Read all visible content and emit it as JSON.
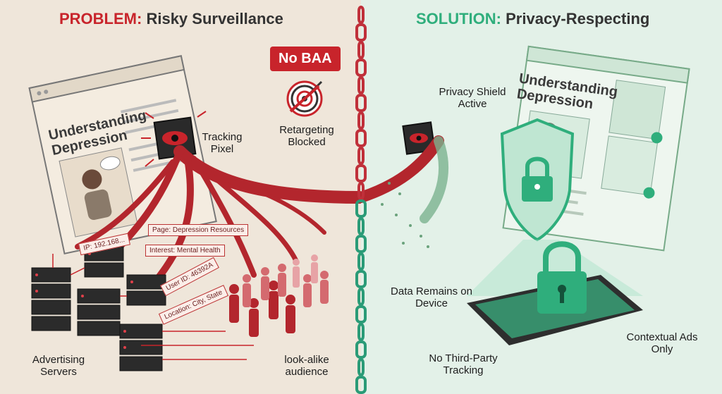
{
  "problem": {
    "title_prefix": "PROBLEM:",
    "title_main": "Risky Surveillance",
    "badge": "No BAA",
    "retarget_label": "Retargeting Blocked",
    "tracking_label": "Tracking Pixel",
    "page_title": "Understanding Depression",
    "tags": [
      "IP: 192.168...",
      "Page: Depression Resources",
      "Interest: Mental Health",
      "User ID: 46392A",
      "Location: City, State"
    ],
    "servers_label": "Advertising Servers",
    "audience_label": "look-alike audience"
  },
  "solution": {
    "title_prefix": "SOLUTION:",
    "title_main": "Privacy-Respecting",
    "shield_label": "Privacy Shield Active",
    "page_title": "Understanding Depression",
    "device_label": "Data Remains on Device",
    "contextual_label": "Contextual Ads Only",
    "no_tracking_label": "No Third-Party Tracking"
  },
  "colors": {
    "danger": "#c8242b",
    "safe": "#2fae7c",
    "chain_left": "#c0303a",
    "chain_right": "#2a9b77"
  }
}
